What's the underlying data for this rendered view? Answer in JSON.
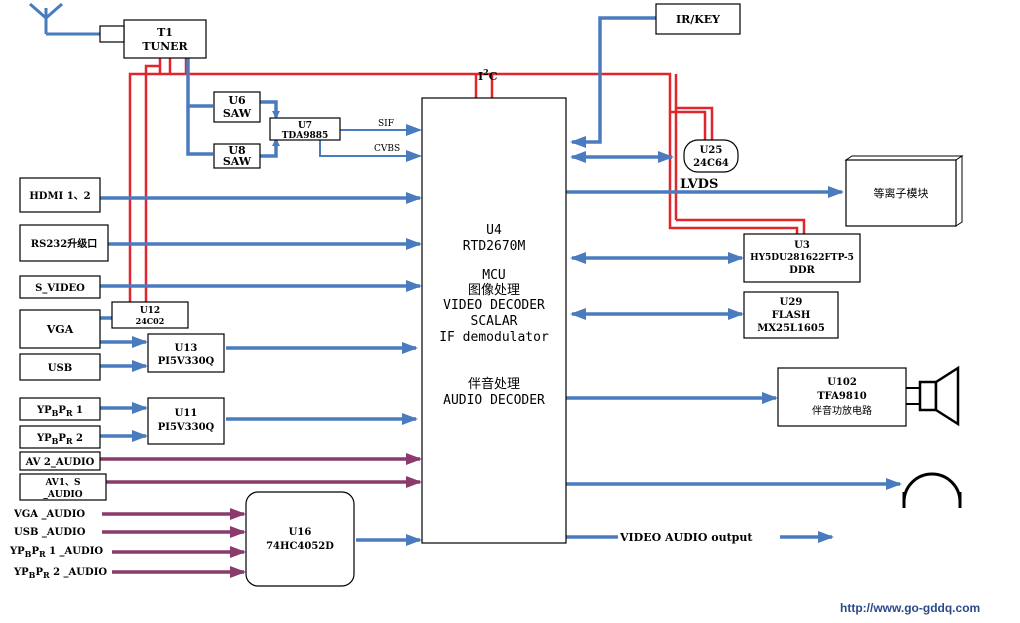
{
  "blocks": {
    "t1": [
      "T1",
      "TUNER"
    ],
    "u6": [
      "U6",
      "SAW"
    ],
    "u8": [
      "U8",
      "SAW"
    ],
    "u7": [
      "U7",
      "TDA9885"
    ],
    "irkey": "IR/KEY",
    "u25": [
      "U25",
      "24C64"
    ],
    "u4_title": [
      "U4",
      "RTD2670M"
    ],
    "u4_funcs": [
      "MCU",
      "图像处理",
      "VIDEO DECODER",
      "SCALAR",
      "IF demodulator"
    ],
    "u4_audio": [
      "伴音处理",
      "AUDIO DECODER"
    ],
    "plasma": "等离子模块",
    "u3": [
      "U3",
      "HY5DU281622FTP-5",
      "DDR"
    ],
    "u29": [
      "U29",
      "FLASH",
      "MX25L1605"
    ],
    "u102": [
      "U102",
      "TFA9810",
      "伴音功放电路"
    ],
    "u12": [
      "U12",
      "24C02"
    ],
    "u13": [
      "U13",
      "PI5V330Q"
    ],
    "u11": [
      "U11",
      "PI5V330Q"
    ],
    "u16": [
      "U16",
      "74HC4052D"
    ]
  },
  "inputs": {
    "hdmi": "HDMI 1、2",
    "rs232": "RS232升级口",
    "svideo": "S_VIDEO",
    "vga": "VGA",
    "usb": "USB",
    "ypbpr1": [
      "YP",
      "B",
      "P",
      "R",
      " 1"
    ],
    "ypbpr2": [
      "YP",
      "B",
      "P",
      "R",
      " 2"
    ],
    "av2audio": "AV 2_AUDIO",
    "av1": [
      "AV1、S",
      "_AUDIO"
    ]
  },
  "audio_inputs": {
    "vga_audio": "VGA _AUDIO",
    "usb_audio": "USB _AUDIO",
    "ypbpr1_audio": [
      "YP",
      "B",
      "P",
      "R",
      " 1 _AUDIO"
    ],
    "ypbpr2_audio": [
      "YP",
      "B",
      "P",
      "R",
      " 2 _AUDIO"
    ]
  },
  "signals": {
    "sif": "SIF",
    "cvbs": "CVBS",
    "i2c": [
      "I",
      "2",
      "C"
    ],
    "lvds": "LVDS",
    "output": "VIDEO AUDIO output"
  },
  "url": "http://www.go-gddq.com",
  "colors": {
    "bus": "#4a7bbf",
    "i2c": "#e0262b",
    "audio": "#8b3a6b"
  }
}
